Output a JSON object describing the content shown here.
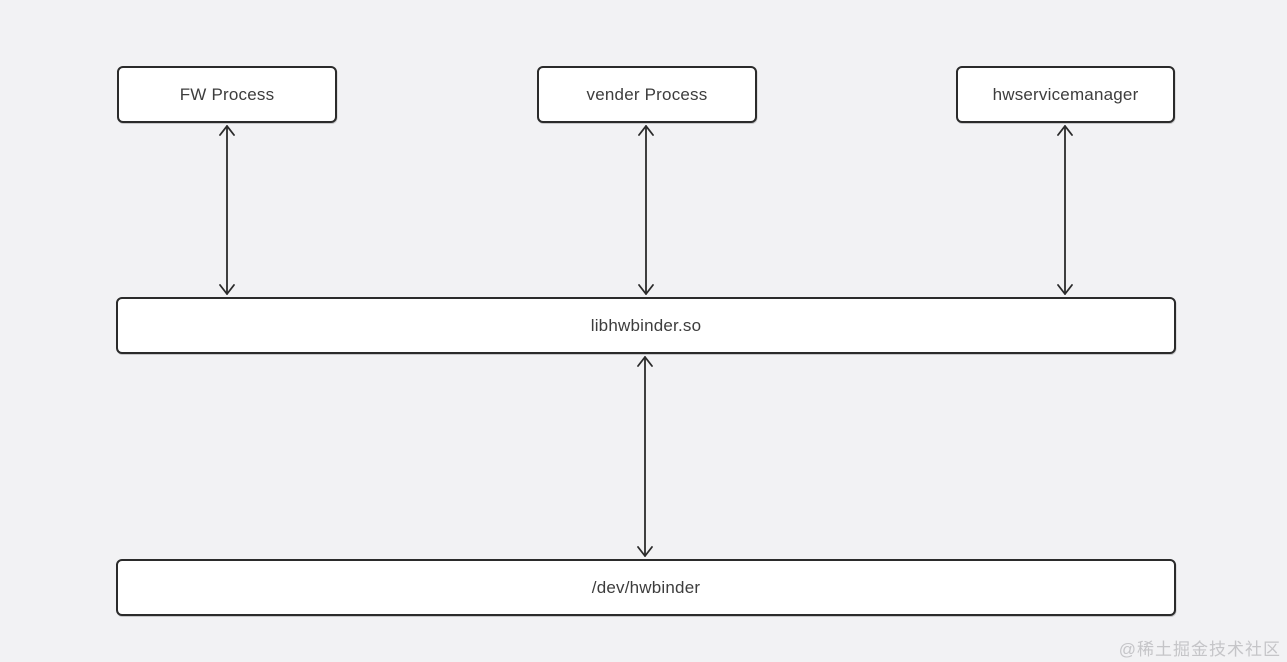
{
  "colors": {
    "bg": "#f2f2f4",
    "node_fill": "#ffffff",
    "stroke": "#2b2b2b",
    "text": "#3d3d3d",
    "watermark": "#c5c5c8"
  },
  "diagram": {
    "nodes": {
      "fw_process": {
        "label": "FW Process"
      },
      "vender_process": {
        "label": "vender Process"
      },
      "hwservicemanager": {
        "label": "hwservicemanager"
      },
      "libhwbinder": {
        "label": "libhwbinder.so"
      },
      "dev_hwbinder": {
        "label": "/dev/hwbinder"
      }
    },
    "connections": [
      {
        "from": "FW Process",
        "to": "libhwbinder.so",
        "type": "bidirectional"
      },
      {
        "from": "vender Process",
        "to": "libhwbinder.so",
        "type": "bidirectional"
      },
      {
        "from": "hwservicemanager",
        "to": "libhwbinder.so",
        "type": "bidirectional"
      },
      {
        "from": "libhwbinder.so",
        "to": "/dev/hwbinder",
        "type": "bidirectional"
      }
    ]
  },
  "watermark": {
    "text": "@稀土掘金技术社区"
  }
}
